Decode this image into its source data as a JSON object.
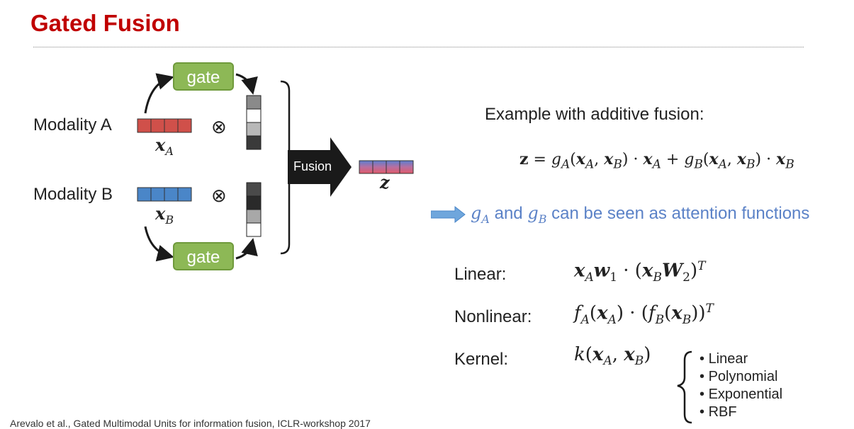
{
  "title": "Gated Fusion",
  "diagram": {
    "modality_a": "Modality A",
    "modality_b": "Modality B",
    "gate_label": "gate",
    "fusion_label": "Fusion",
    "otimes": "⊗",
    "var_xa": "x",
    "var_xa_sub": "A",
    "var_xb": "x",
    "var_xb_sub": "B",
    "var_z": "z",
    "colors": {
      "modality_a": "#d0504a",
      "modality_b": "#4a86c8",
      "gate": "#8db856",
      "fusion_arrow": "#1a1a1a"
    }
  },
  "right": {
    "example_heading": "Example with additive fusion:",
    "attention_connector": "and",
    "attention_rest": "can be seen as attention functions",
    "rows": [
      {
        "label": "Linear:"
      },
      {
        "label": "Nonlinear:"
      },
      {
        "label": "Kernel:"
      }
    ],
    "kernel_options": [
      "Linear",
      "Polynomial",
      "Exponential",
      "RBF"
    ]
  },
  "citation": "Arevalo et al., Gated Multimodal Units for information fusion, ICLR-workshop 2017"
}
